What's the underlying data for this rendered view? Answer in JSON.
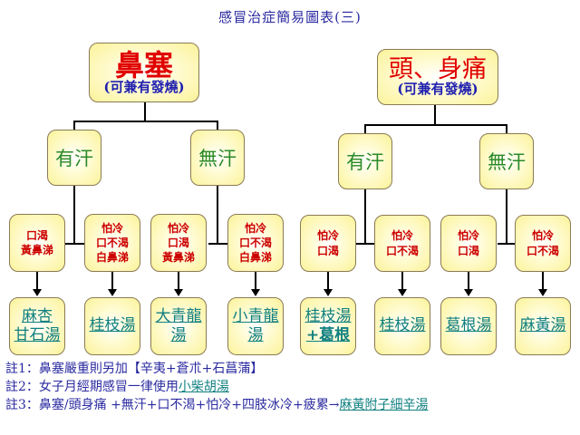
{
  "title": "感冒治症簡易圖表(三)",
  "left_tree": {
    "root": {
      "main": "鼻塞",
      "sub": "(可兼有發燒)"
    },
    "branches": [
      {
        "label": "有汗",
        "symptoms": [
          {
            "lines": [
              "口渴",
              "黃鼻涕"
            ],
            "remedy": [
              "麻杏",
              "甘石湯"
            ]
          },
          {
            "lines": [
              "怕冷",
              "口不渴",
              "白鼻涕"
            ],
            "remedy": [
              "桂枝湯"
            ]
          }
        ]
      },
      {
        "label": "無汗",
        "symptoms": [
          {
            "lines": [
              "怕冷",
              "口渴",
              "黃鼻涕"
            ],
            "remedy": [
              "大青龍",
              "湯"
            ]
          },
          {
            "lines": [
              "怕冷",
              "口不渴",
              "白鼻涕"
            ],
            "remedy": [
              "小青龍",
              "湯"
            ]
          }
        ]
      }
    ]
  },
  "right_tree": {
    "root": {
      "main": "頭、身痛",
      "sub": "(可兼有發燒)"
    },
    "branches": [
      {
        "label": "有汗",
        "symptoms": [
          {
            "lines": [
              "怕冷",
              "口渴"
            ],
            "remedy": [
              "桂枝湯",
              "+葛根"
            ]
          },
          {
            "lines": [
              "怕冷",
              "口不渴"
            ],
            "remedy": [
              "桂枝湯"
            ]
          }
        ]
      },
      {
        "label": "無汗",
        "symptoms": [
          {
            "lines": [
              "怕冷",
              "口渴"
            ],
            "remedy": [
              "葛根湯"
            ]
          },
          {
            "lines": [
              "怕冷",
              "口不渴"
            ],
            "remedy": [
              "麻黃湯"
            ]
          }
        ]
      }
    ]
  },
  "notes": [
    {
      "text": "註1：鼻塞嚴重則另加【辛夷+蒼朮+石菖蒲】",
      "link": ""
    },
    {
      "text": "註2：女子月經期感冒一律使用",
      "link": "小柴胡湯"
    },
    {
      "text": "註3：鼻塞/頭身痛 +無汗+口不渴+怕冷+四肢冰冷+疲累→",
      "link": "麻黃附子細辛湯"
    }
  ],
  "colors": {
    "title": "#2a2aa0",
    "root_main": "#e00000",
    "root_sub": "#2020b0",
    "sweat": "#2a8a2a",
    "symptom": "#cc0000",
    "remedy_link": "#118080",
    "box_fill": "#fbf39a",
    "box_border": "#8a7a55"
  }
}
